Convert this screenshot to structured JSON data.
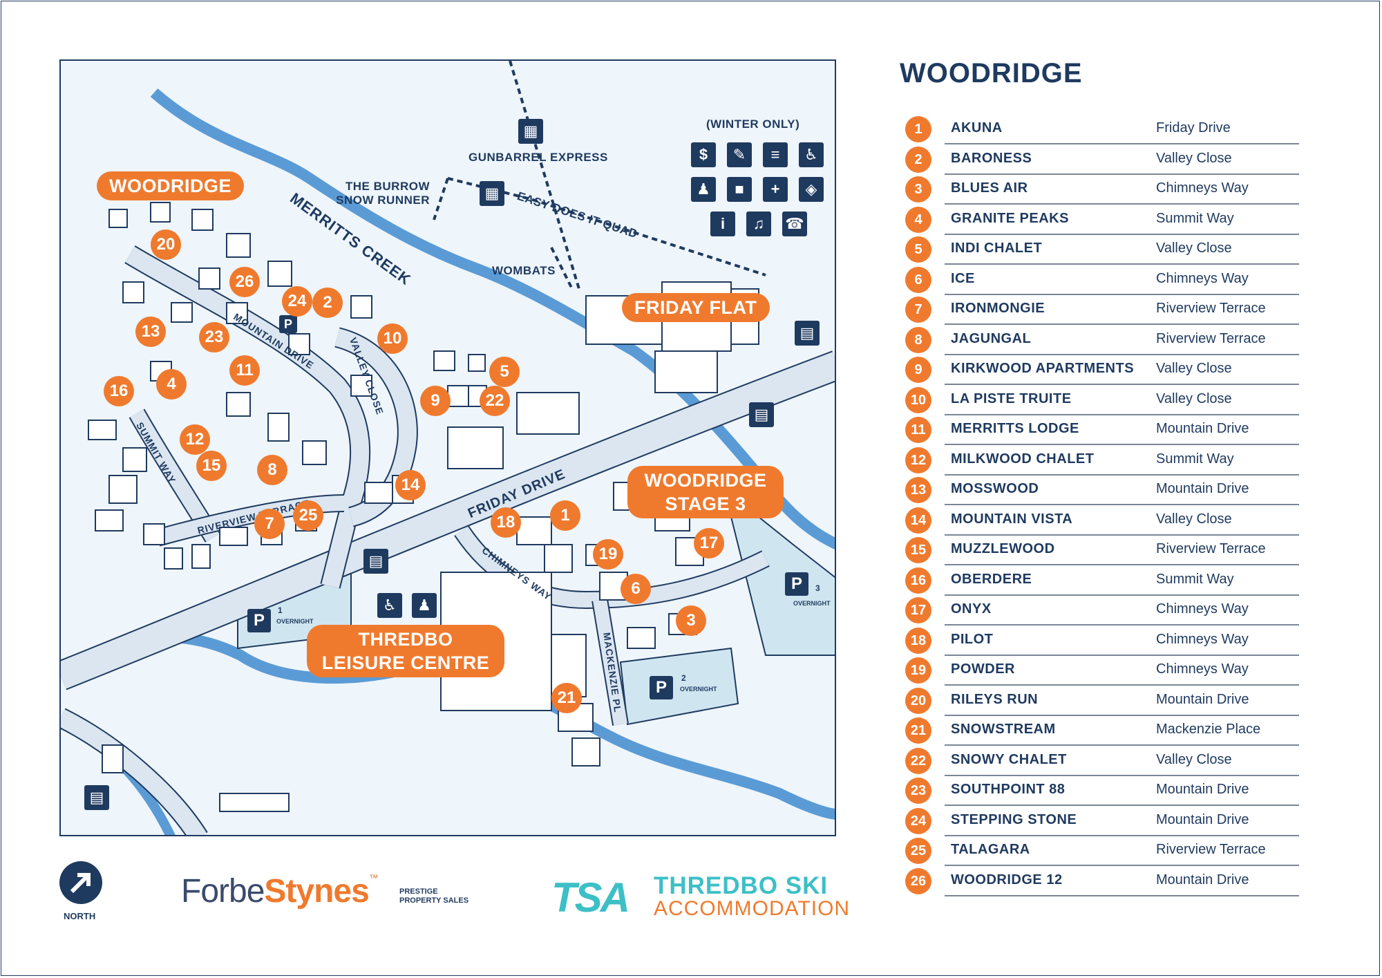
{
  "colors": {
    "accent": "#ef7a2e",
    "navy": "#1f3a5f",
    "water": "#5b9bd5",
    "road": "#dbe6f1",
    "map_bg": "#eef5fb"
  },
  "map": {
    "area_title": "WOODRIDGE",
    "friday_flat": "FRIDAY FLAT",
    "stage3": "WOODRIDGE STAGE 3",
    "leisure": "THREDBO LEISURE CENTRE",
    "winter_only": "(WINTER ONLY)",
    "lifts": {
      "gunbarrel": "GUNBARREL EXPRESS",
      "burrow": "THE BURROW SNOW RUNNER",
      "easy": "EASY DOES IT QUAD",
      "wombats": "WOMBATS"
    },
    "creek": "MERRITTS CREEK",
    "roads": {
      "friday_drive": "FRIDAY DRIVE",
      "mountain_drive": "MOUNTAIN DRIVE",
      "valley_close": "VALLEY CLOSE",
      "summit_way": "SUMMIT WAY",
      "riverview": "RIVERVIEW TERRACE",
      "chimneys": "CHIMNEYS WAY",
      "mackenzie": "MACKENZIE PL"
    },
    "parking": [
      {
        "id": "1",
        "note": "OVERNIGHT"
      },
      {
        "id": "2",
        "note": "OVERNIGHT"
      },
      {
        "id": "3",
        "note": "OVERNIGHT"
      }
    ],
    "parking_symbol": "P",
    "facility_icons": [
      "atm-icon",
      "ski-hire-icon",
      "ski-school-icon",
      "accessible-icon",
      "toilets-icon",
      "lockers-icon",
      "first-aid-icon",
      "ski-tag-icon",
      "info-icon",
      "bell-icon",
      "phone-icon"
    ],
    "markers": [
      "1",
      "2",
      "3",
      "4",
      "5",
      "6",
      "7",
      "8",
      "9",
      "10",
      "11",
      "12",
      "13",
      "14",
      "15",
      "16",
      "17",
      "18",
      "19",
      "20",
      "21",
      "22",
      "23",
      "24",
      "25",
      "26"
    ]
  },
  "legend": {
    "title": "WOODRIDGE",
    "rows": [
      {
        "num": "1",
        "name": "AKUNA",
        "street": "Friday Drive"
      },
      {
        "num": "2",
        "name": "BARONESS",
        "street": "Valley Close"
      },
      {
        "num": "3",
        "name": "BLUES AIR",
        "street": "Chimneys Way"
      },
      {
        "num": "4",
        "name": "GRANITE PEAKS",
        "street": "Summit Way"
      },
      {
        "num": "5",
        "name": "INDI CHALET",
        "street": "Valley Close"
      },
      {
        "num": "6",
        "name": "ICE",
        "street": "Chimneys Way"
      },
      {
        "num": "7",
        "name": "IRONMONGIE",
        "street": "Riverview Terrace"
      },
      {
        "num": "8",
        "name": "JAGUNGAL",
        "street": "Riverview Terrace"
      },
      {
        "num": "9",
        "name": "KIRKWOOD APARTMENTS",
        "street": "Valley Close"
      },
      {
        "num": "10",
        "name": "LA PISTE TRUITE",
        "street": "Valley Close"
      },
      {
        "num": "11",
        "name": "MERRITTS LODGE",
        "street": "Mountain Drive"
      },
      {
        "num": "12",
        "name": "MILKWOOD CHALET",
        "street": "Summit Way"
      },
      {
        "num": "13",
        "name": "MOSSWOOD",
        "street": "Mountain Drive"
      },
      {
        "num": "14",
        "name": "MOUNTAIN VISTA",
        "street": "Valley Close"
      },
      {
        "num": "15",
        "name": "MUZZLEWOOD",
        "street": "Riverview Terrace"
      },
      {
        "num": "16",
        "name": "OBERDERE",
        "street": "Summit Way"
      },
      {
        "num": "17",
        "name": "ONYX",
        "street": "Chimneys Way"
      },
      {
        "num": "18",
        "name": "PILOT",
        "street": "Chimneys Way"
      },
      {
        "num": "19",
        "name": "POWDER",
        "street": "Chimneys Way"
      },
      {
        "num": "20",
        "name": "RILEYS RUN",
        "street": "Mountain Drive"
      },
      {
        "num": "21",
        "name": "SNOWSTREAM",
        "street": "Mackenzie Place"
      },
      {
        "num": "22",
        "name": "SNOWY CHALET",
        "street": "Valley Close"
      },
      {
        "num": "23",
        "name": "SOUTHPOINT 88",
        "street": "Mountain Drive"
      },
      {
        "num": "24",
        "name": "STEPPING STONE",
        "street": "Mountain Drive"
      },
      {
        "num": "25",
        "name": "TALAGARA",
        "street": "Riverview Terrace"
      },
      {
        "num": "26",
        "name": "WOODRIDGE 12",
        "street": "Mountain Drive"
      }
    ]
  },
  "footer": {
    "north": "NORTH",
    "fs_brand_a": "Forbe",
    "fs_brand_b": "Stynes",
    "fs_tm": "™",
    "fs_sub": "PRESTIGE PROPERTY SALES",
    "tsa_mark": "TSA",
    "tsa_line1": "THREDBO SKI",
    "tsa_line2": "ACCOMMODATION"
  }
}
